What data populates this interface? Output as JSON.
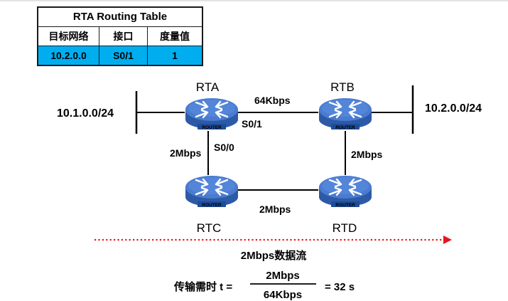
{
  "routing_table": {
    "title": "RTA Routing Table",
    "headers": [
      "目标网络",
      "接口",
      "度量值"
    ],
    "row": [
      "10.2.0.0",
      "S0/1",
      "1"
    ],
    "highlight_color": "#00aeef"
  },
  "network_left": "10.1.0.0/24",
  "network_right": "10.2.0.0/24",
  "routers": {
    "rta": "RTA",
    "rtb": "RTB",
    "rtc": "RTC",
    "rtd": "RTD",
    "badge": "ROUTER",
    "color": "#3f6fbf"
  },
  "links": {
    "rta_rtb": "64Kbps",
    "rta_rtc": "2Mbps",
    "rtb_rtd": "2Mbps",
    "rtc_rtd": "2Mbps"
  },
  "interfaces": {
    "rta_s01": "S0/1",
    "rta_s00": "S0/0"
  },
  "flow": {
    "label": "2Mbps数据流",
    "color": "#e8141b"
  },
  "formula": {
    "prefix": "传输需时 t =",
    "numerator": "2Mbps",
    "denominator": "64Kbps",
    "result": "= 32 s"
  }
}
